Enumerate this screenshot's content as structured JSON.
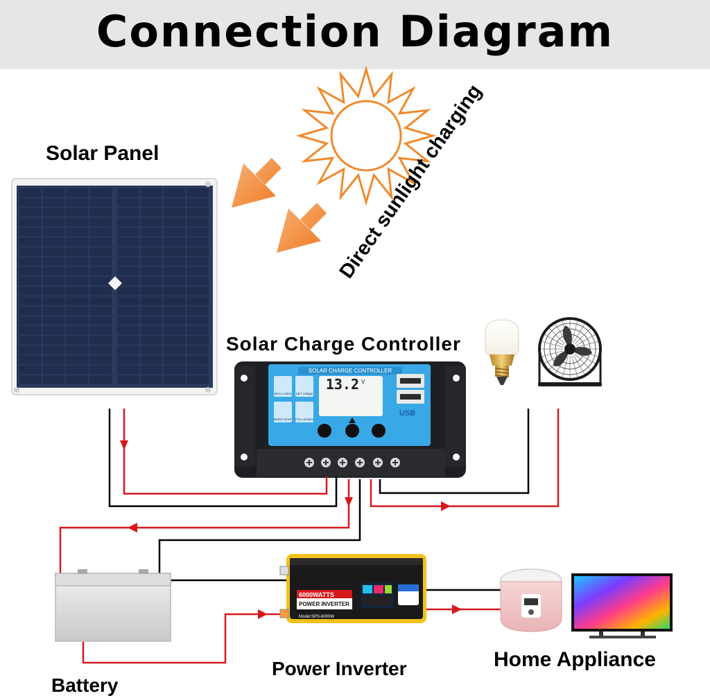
{
  "title": "Connection Diagram",
  "labels": {
    "solar_panel": "Solar Panel",
    "charge_controller": "Solar Charge Controller",
    "sunlight": "Direct sunlight charging",
    "battery": "Battery",
    "inverter": "Power Inverter",
    "appliance": "Home Appliance"
  },
  "controller": {
    "header": "SOLAR CHARGE CONTROLLER",
    "voltage": "13.2",
    "voltage_unit": "V",
    "usb": "USB",
    "buttons": [
      "MCU control",
      "SET voltage",
      "Build in timer",
      "FULL protect"
    ]
  },
  "inverter": {
    "watts": "6000WATTS",
    "name": "POWER INVERTER",
    "model": "Model:SPS-6000W"
  },
  "colors": {
    "positive_wire": "#d6181d",
    "negative_wire": "#000000",
    "sun": "#f08a2c",
    "arrow": "#f07a20",
    "panel_cell": "#1f2d4e",
    "controller_screen": "#38a8e6",
    "inverter_body": "#1a1a1a",
    "inverter_frame": "#f2c21a"
  },
  "icons": [
    "sun-icon",
    "light-bulb-icon",
    "fan-icon",
    "rice-cooker-icon",
    "tv-icon",
    "battery-icon"
  ]
}
